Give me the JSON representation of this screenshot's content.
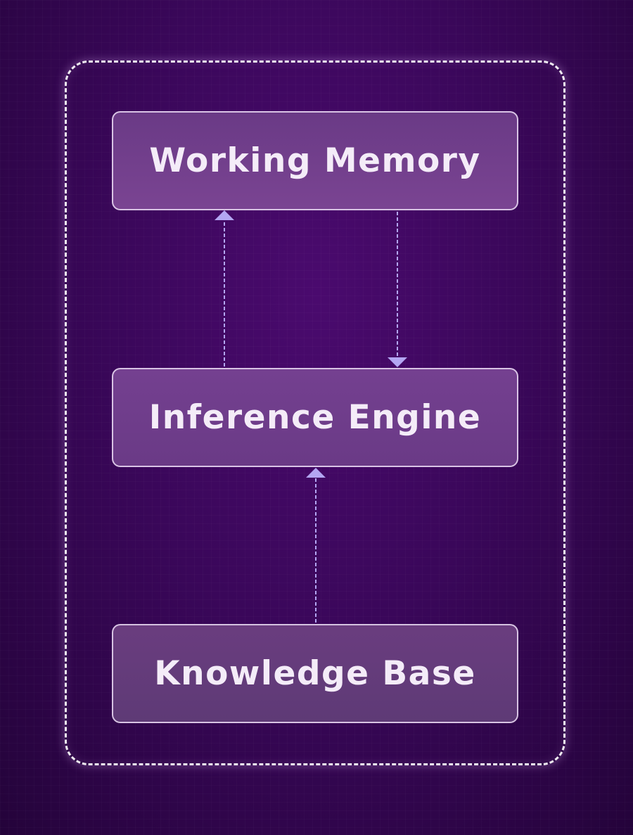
{
  "diagram": {
    "nodes": {
      "working_memory": {
        "label": "Working Memory"
      },
      "inference_engine": {
        "label": "Inference Engine"
      },
      "knowledge_base": {
        "label": "Knowledge Base"
      }
    },
    "edges": [
      {
        "from": "inference_engine",
        "to": "working_memory"
      },
      {
        "from": "working_memory",
        "to": "inference_engine"
      },
      {
        "from": "knowledge_base",
        "to": "inference_engine"
      }
    ],
    "colors": {
      "background": "#3a075a",
      "node_fill": "#6e3c8a",
      "node_border": "#ebdcf5",
      "arrow": "#b3a6f2",
      "container_border": "#ffffff"
    }
  }
}
